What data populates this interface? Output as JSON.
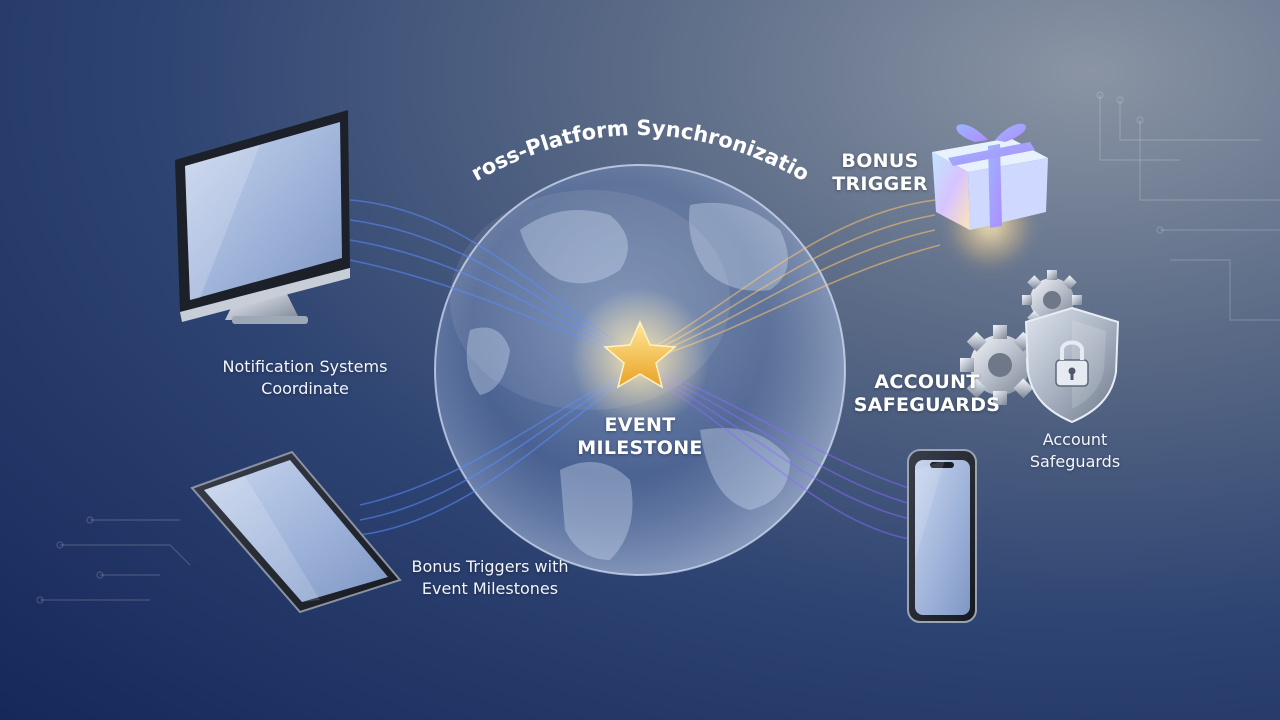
{
  "header": {
    "title": "Cross-Platform Synchronization"
  },
  "hub": {
    "title_line1": "EVENT",
    "title_line2": "MILESTONE"
  },
  "nodes": {
    "bonus_trigger": {
      "line1": "BONUS",
      "line2": "TRIGGER"
    },
    "account_safeguards": {
      "line1": "ACCOUNT",
      "line2": "SAFEGUARDS"
    }
  },
  "captions": {
    "notification": {
      "line1": "Notification Systems",
      "line2": "Coordinate"
    },
    "bonus_milestones": {
      "line1": "Bonus Triggers with",
      "line2": "Event Milestones"
    },
    "safeguards": {
      "line1": "Account",
      "line2": "Safeguards"
    }
  },
  "icons": [
    "desktop-monitor-icon",
    "tablet-icon",
    "smartphone-icon",
    "gift-box-icon",
    "gears-icon",
    "shield-lock-icon",
    "star-icon",
    "globe-icon"
  ],
  "colors": {
    "stream_blue": "#5b8cff",
    "stream_violet": "#8a6cff",
    "stream_gold": "#ffc46b",
    "star_gold": "#ffcf4a"
  }
}
